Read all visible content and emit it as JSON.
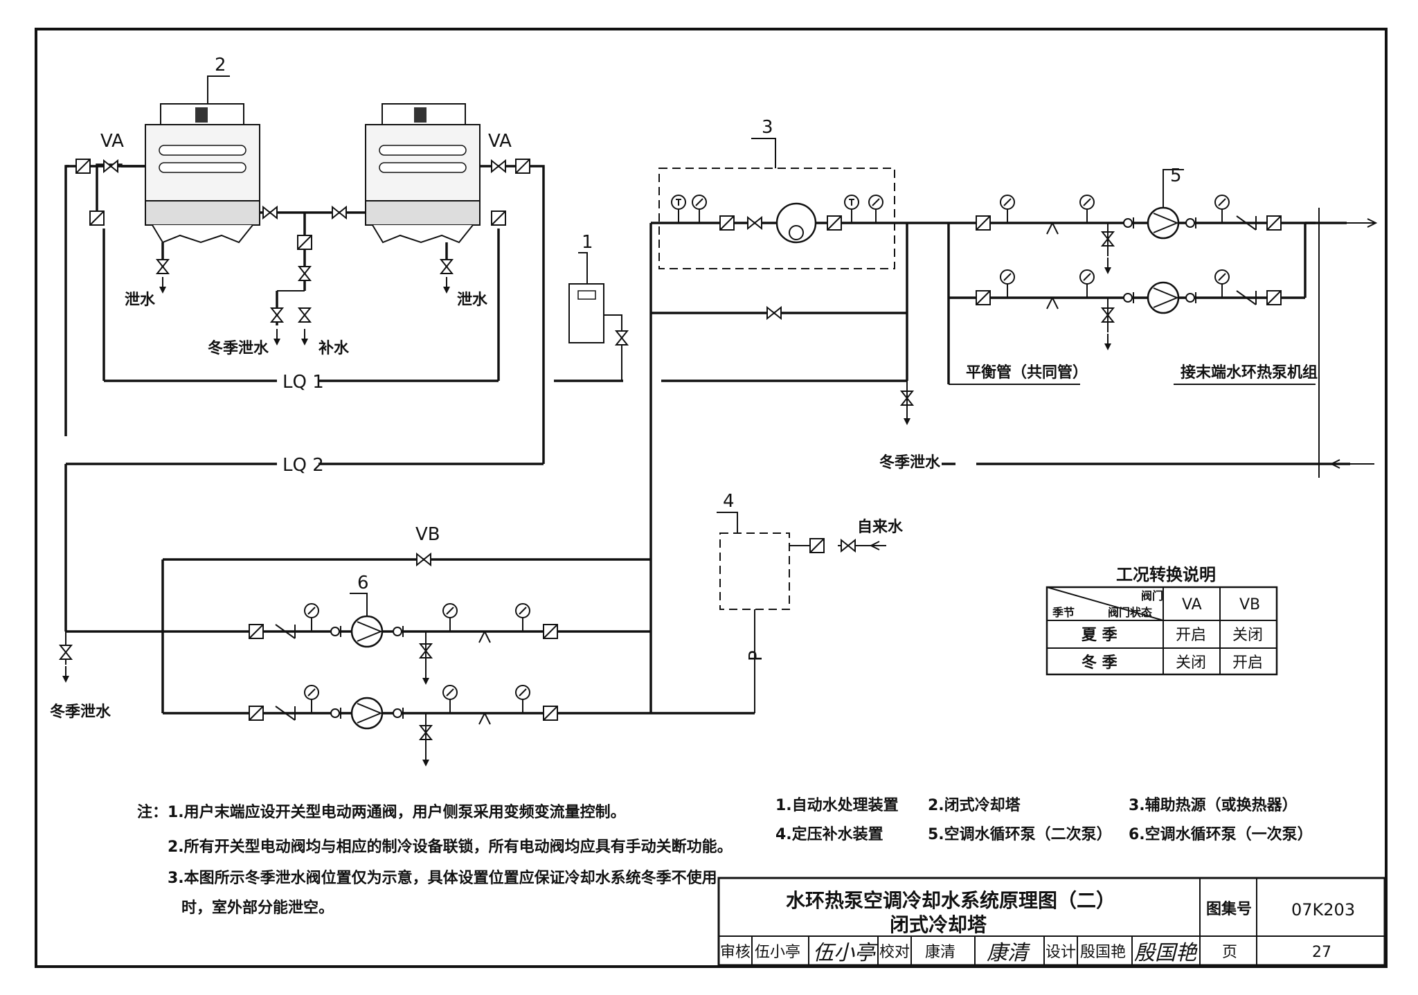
{
  "callouts": {
    "c1": "1",
    "c2": "2",
    "c3": "3",
    "c4": "4",
    "c5": "5",
    "c6": "6"
  },
  "valves": {
    "va": "VA",
    "vb": "VB"
  },
  "pipes": {
    "lq1": "LQ 1",
    "lq2": "LQ 2",
    "p": "P"
  },
  "labels": {
    "drain": "泄水",
    "winter_drain": "冬季泄水",
    "makeup": "补水",
    "tap_water": "自来水",
    "balance_pipe": "平衡管（共同管）",
    "to_terminal": "接末端水环热泵机组"
  },
  "switch_table": {
    "title": "工况转换说明",
    "diag_top": "阀门",
    "diag_mid": "阀门状态",
    "diag_left": "季节",
    "col_va": "VA",
    "col_vb": "VB",
    "rows": [
      {
        "season": "夏 季",
        "va": "开启",
        "vb": "关闭"
      },
      {
        "season": "冬 季",
        "va": "关闭",
        "vb": "开启"
      }
    ]
  },
  "legend": [
    "1.自动水处理装置",
    "2.闭式冷却塔",
    "3.辅助热源（或换热器）",
    "4.定压补水装置",
    "5.空调水循环泵（二次泵）",
    "6.空调水循环泵（一次泵）"
  ],
  "notes": {
    "prefix": "注：",
    "n1": "1.用户末端应设开关型电动两通阀，用户侧泵采用变频变流量控制。",
    "n2": "2.所有开关型电动阀均与相应的制冷设备联锁，所有电动阀均应具有手动关断功能。",
    "n3a": "3.本图所示冬季泄水阀位置仅为示意，具体设置位置应保证冷却水系统冬季不使用",
    "n3b": "时，室外部分能泄空。"
  },
  "title_block": {
    "title_line1": "水环热泵空调冷却水系统原理图（二）",
    "title_line2": "闭式冷却塔",
    "atlas_label": "图集号",
    "atlas_no": "07K203",
    "review_label": "审核",
    "reviewer": "伍小亭",
    "reviewer_sig": "伍小亭",
    "check_label": "校对",
    "checker": "康清",
    "checker_sig": "康清",
    "design_label": "设计",
    "designer": "殷国艳",
    "designer_sig": "殷国艳",
    "page_label": "页",
    "page_no": "27"
  }
}
